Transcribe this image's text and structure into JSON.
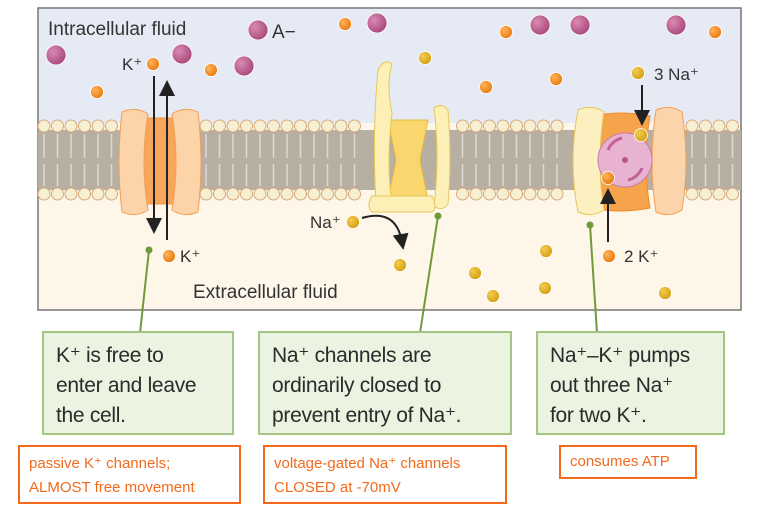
{
  "labels": {
    "intracellular": "Intracellular fluid",
    "extracellular": "Extracellular fluid",
    "anion": "A−",
    "k_in": "K⁺",
    "k_out": "K⁺",
    "na_channel": "Na⁺",
    "pump_na": "3 Na⁺",
    "pump_k": "2 K⁺"
  },
  "callouts": [
    {
      "lines": [
        "K⁺ is free to",
        "enter and leave",
        "the cell."
      ]
    },
    {
      "lines": [
        "Na⁺ channels are",
        "ordinarily closed to",
        "prevent entry of Na⁺."
      ]
    },
    {
      "lines": [
        "Na⁺–K⁺ pumps",
        "out three Na⁺",
        "for two K⁺."
      ]
    }
  ],
  "notes": [
    {
      "lines": [
        "passive K⁺ channels;",
        "ALMOST free movement"
      ]
    },
    {
      "lines": [
        "voltage-gated Na⁺ channels",
        "CLOSED at -70mV"
      ]
    },
    {
      "lines": [
        "consumes ATP"
      ]
    }
  ],
  "colors": {
    "intracellular_bg": "#e6eaf5",
    "extracellular_bg": "#fdf6e9",
    "anion": "#b5578a",
    "potassium": "#f28a1c",
    "sodium": "#e0aa1a",
    "k_channel": "#f9b979",
    "na_channel": "#fbe08d",
    "pump": "#f6a44c",
    "callout_fill": "#ebf4e1",
    "callout_border": "#a6c585",
    "note_border": "#f26a1b"
  }
}
